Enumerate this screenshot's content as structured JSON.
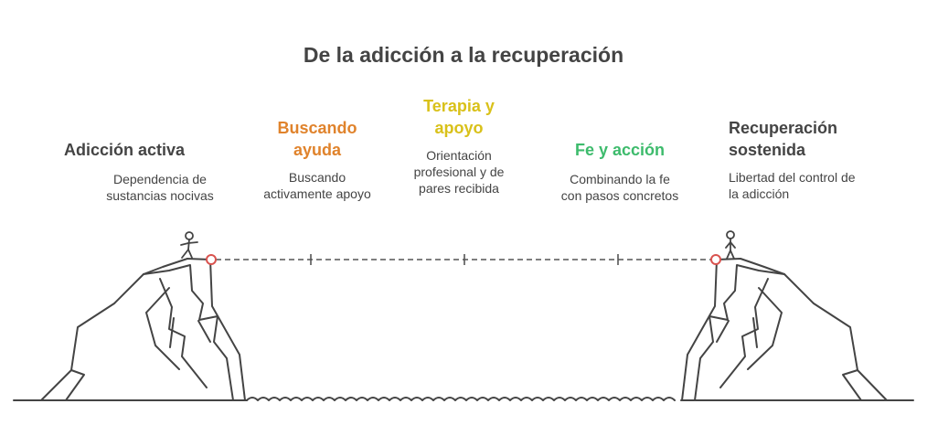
{
  "title": "De la adicción a la recuperación",
  "colors": {
    "stage1": "#444444",
    "stage2": "#E0832C",
    "stage3": "#D9C11A",
    "stage4": "#3DBB6C",
    "stage5": "#444444",
    "marker": "#D9534F",
    "line": "#555555"
  },
  "stages": [
    {
      "title_line1": "Adicción activa",
      "title_line2": "",
      "desc_line1": "Dependencia de",
      "desc_line2": "sustancias nocivas"
    },
    {
      "title_line1": "Buscando",
      "title_line2": "ayuda",
      "desc_line1": "Buscando",
      "desc_line2": "activamente apoyo"
    },
    {
      "title_line1": "Terapia y",
      "title_line2": "apoyo",
      "desc_line1": "Orientación",
      "desc_line2": "profesional y de",
      "desc_line3": "pares recibida"
    },
    {
      "title_line1": "Fe y acción",
      "title_line2": "",
      "desc_line1": "Combinando la fe",
      "desc_line2": "con pasos concretos"
    },
    {
      "title_line1": "Recuperación",
      "title_line2": "sostenida",
      "desc_line1": "Libertad del control de",
      "desc_line2": "la adicción"
    }
  ]
}
